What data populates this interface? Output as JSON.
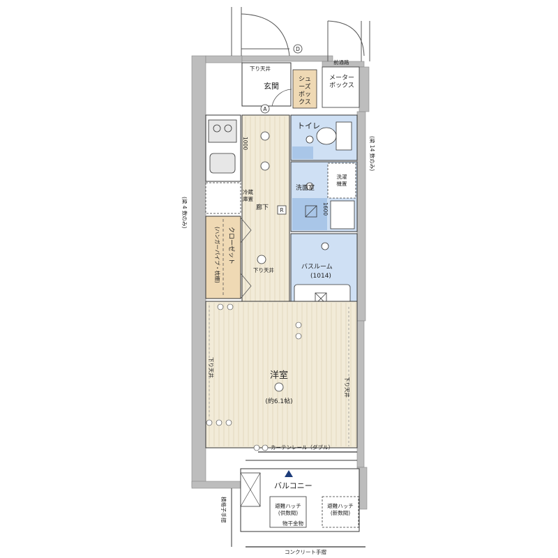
{
  "colors": {
    "wall": "#bdbdbd",
    "wet_area": "#cfe0f4",
    "wet_floor": "#a9c6e8",
    "wood": "#f2ebd8",
    "wood_line": "#ddd3b8",
    "storage": "#efd9b4",
    "line": "#333333"
  },
  "icons": [
    "compass-d-mark",
    "compass-a-mark",
    "arrow-up-icon",
    "light-icon",
    "outlet-icon"
  ],
  "labels": {
    "entrance": "玄関",
    "ceiling_drop_entrance": "下り天井",
    "shoe_box": [
      "シュ",
      "ーズ",
      "ボッ",
      "クス"
    ],
    "meter_box": [
      "メーター",
      "ボックス"
    ],
    "front_corridor": "前通路",
    "toilet": "トイレ",
    "washroom": "洗面室",
    "washer": [
      "洗濯",
      "機置"
    ],
    "bathroom": "バスルーム",
    "bath_size": "(1014)",
    "corridor": "廊下",
    "fridge": [
      "冷蔵",
      "庫置"
    ],
    "closet": "クローゼット",
    "closet_note": "(ハンガーパイプ・枕棚)",
    "ceiling_drop_corridor": "下り天井",
    "ceiling_drop_left": "下り天井",
    "ceiling_drop_right": "下り天井",
    "western_room": "洋室",
    "room_size": "(約6.1帖)",
    "curtain_rail": "カーテンレール（ダブル）",
    "balcony": "バルコニー",
    "hatch_left": [
      "避難ハッチ",
      "(供数閥)"
    ],
    "drying": "物干金物",
    "hatch_right": [
      "避難ハッチ",
      "(新数閥)"
    ],
    "handrail_left": [
      "横格子手摺"
    ],
    "handrail_bottom": "コンクリート手摺",
    "dim_right": "(梁 14 数のみ)",
    "dim_left": "(梁 4 数のみ)",
    "compass_d": "D",
    "compass_a": "A",
    "r_mark": "R",
    "dim_1000": "1000",
    "dim_1600": "1600"
  }
}
